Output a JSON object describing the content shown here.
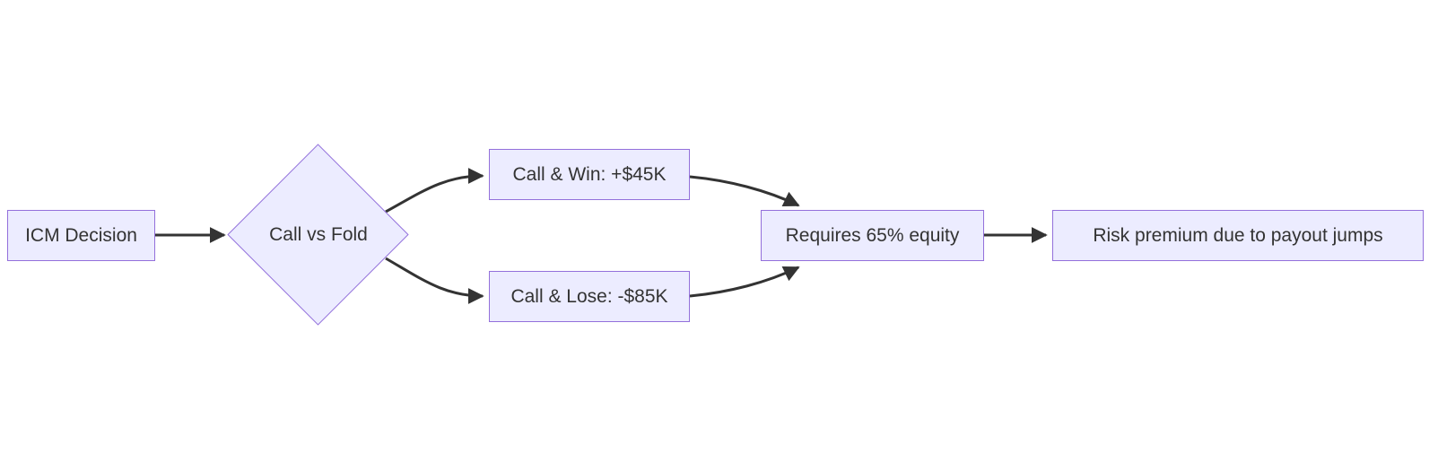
{
  "diagram": {
    "type": "flowchart",
    "direction": "LR",
    "nodes": [
      {
        "id": "A",
        "label": "ICM Decision",
        "shape": "rect"
      },
      {
        "id": "B",
        "label": "Call vs Fold",
        "shape": "diamond"
      },
      {
        "id": "C",
        "label": "Call & Win: +$45K",
        "shape": "rect"
      },
      {
        "id": "D",
        "label": "Call & Lose: -$85K",
        "shape": "rect"
      },
      {
        "id": "E",
        "label": "Requires 65% equity",
        "shape": "rect"
      },
      {
        "id": "F",
        "label": "Risk premium due to payout jumps",
        "shape": "rect"
      }
    ],
    "edges": [
      {
        "from": "A",
        "to": "B"
      },
      {
        "from": "B",
        "to": "C"
      },
      {
        "from": "B",
        "to": "D"
      },
      {
        "from": "C",
        "to": "E"
      },
      {
        "from": "D",
        "to": "E"
      },
      {
        "from": "E",
        "to": "F"
      }
    ]
  },
  "colors": {
    "background": "#ffffff",
    "node_fill": "#ECECFF",
    "node_border": "#9370DB",
    "edge": "#333333",
    "text": "#333333"
  }
}
